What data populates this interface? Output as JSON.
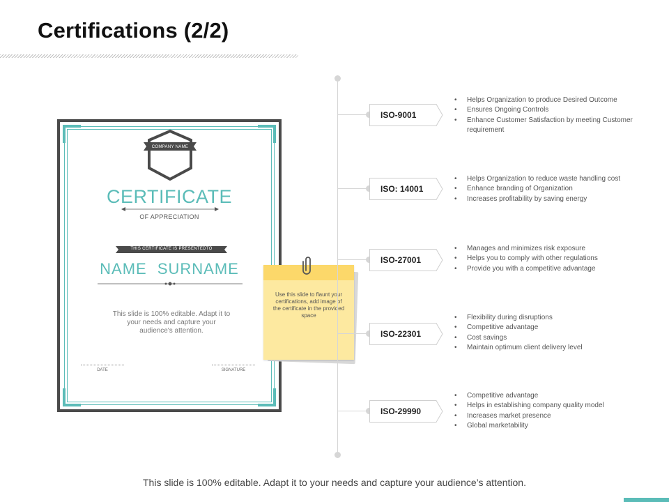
{
  "page": {
    "title": "Certifications (2/2)"
  },
  "certificate": {
    "company_name": "COMPANY NAME",
    "title": "CERTIFICATE",
    "subtitle": "OF APPRECIATION",
    "presented_to": "THIS CERTIFICATE IS PRESENTEDTO",
    "name": "NAME  SURNAME",
    "body": "This slide is 100% editable. Adapt it to your needs and capture your audience's attention.",
    "date_label": "DATE",
    "signature_label": "SIGNATURE"
  },
  "sticky_note": {
    "text": "Use this slide to flaunt your certifications, add image of the certificate in the provided space"
  },
  "certifications": [
    {
      "label": "ISO-9001",
      "points": [
        "Helps Organization  to produce Desired Outcome",
        "Ensures Ongoing Controls",
        "Enhance Customer Satisfaction  by meeting Customer requirement"
      ]
    },
    {
      "label": "ISO: 14001",
      "points": [
        "Helps Organization to reduce waste handling cost",
        "Enhance branding of Organization",
        "Increases profitability  by saving energy"
      ]
    },
    {
      "label": "ISO-27001",
      "points": [
        "Manages and minimizes risk exposure",
        "Helps you to comply with other regulations",
        "Provide you with a competitive advantage"
      ]
    },
    {
      "label": "ISO-22301",
      "points": [
        "Flexibility  during disruptions",
        "Competitive  advantage",
        "Cost savings",
        "Maintain  optimum client delivery level"
      ]
    },
    {
      "label": "ISO-29990",
      "points": [
        "Competitive  advantage",
        "Helps in establishing company quality  model",
        "Increases market presence",
        "Global marketability"
      ]
    }
  ],
  "footer": {
    "text": "This slide is 100% editable. Adapt it to your needs and capture your audience’s attention."
  },
  "colors": {
    "accent": "#5bbcb8",
    "sticky": "#fde9a0",
    "sticky_band": "#fcd86a",
    "frame": "#4a4a4a"
  }
}
